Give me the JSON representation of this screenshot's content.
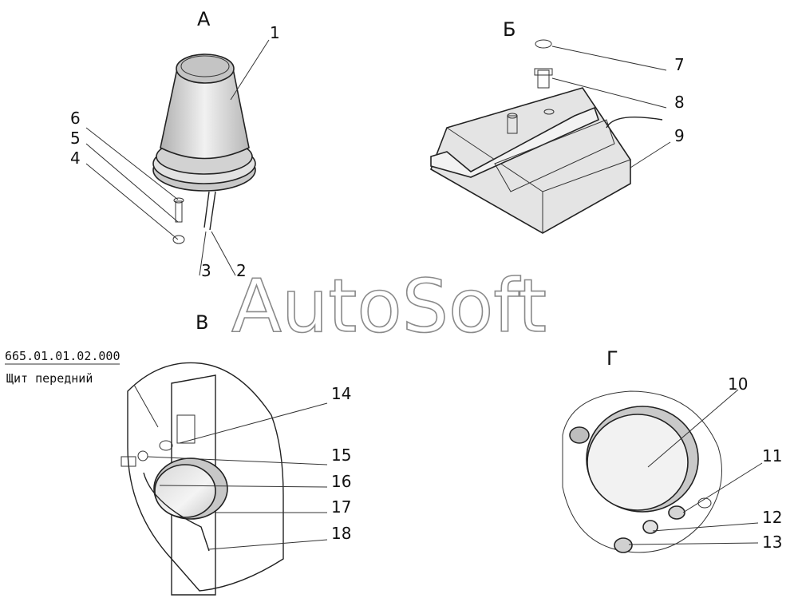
{
  "views": {
    "a": "А",
    "b": "Б",
    "v": "В",
    "g": "Г"
  },
  "parts": [
    "1",
    "2",
    "3",
    "4",
    "5",
    "6",
    "7",
    "8",
    "9",
    "10",
    "11",
    "12",
    "13",
    "14",
    "15",
    "16",
    "17",
    "18"
  ],
  "drawing_number": "665.01.01.02.000",
  "drawing_caption": "Щит передний",
  "watermark": "AutoSoft",
  "colors": {
    "background": "#ffffff",
    "line": "#222222",
    "shade": "#bdbdbd",
    "light": "#e9e9e9"
  }
}
